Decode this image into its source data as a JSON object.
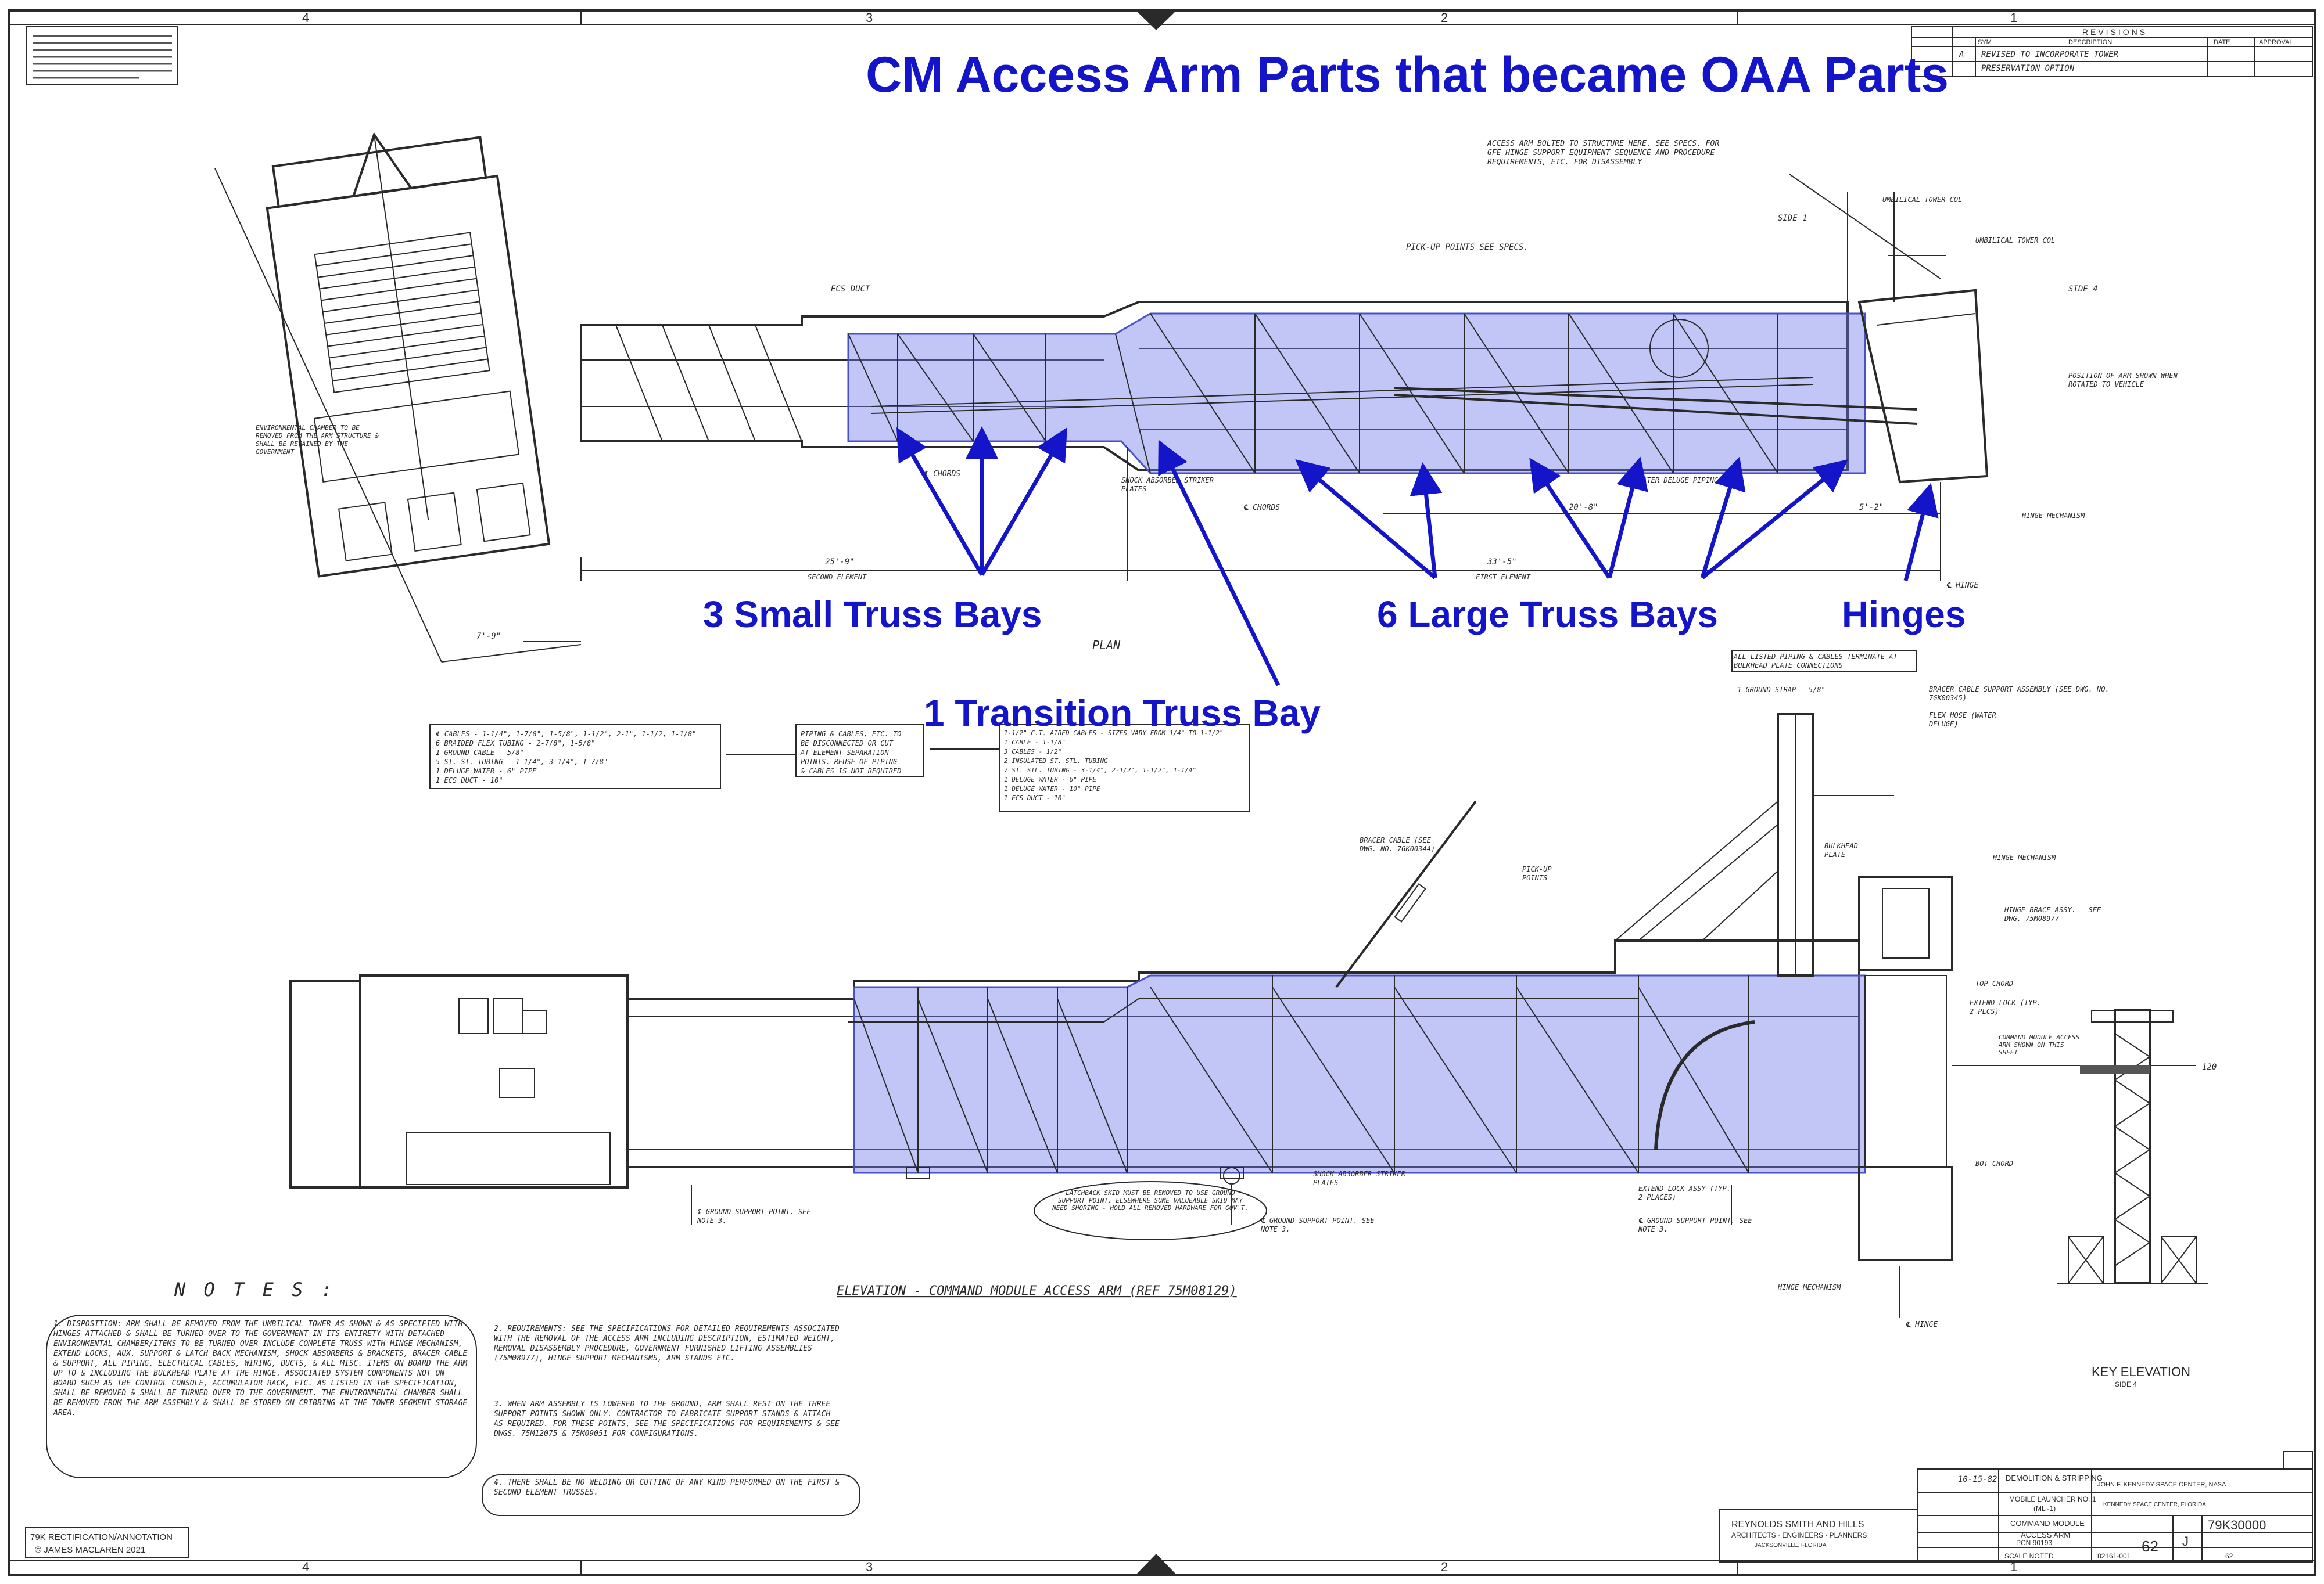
{
  "title": "CM Access Arm Parts that became OAA Parts",
  "annotations": {
    "small_bays": "3 Small Truss Bays",
    "transition_bay": "1 Transition Truss Bay",
    "large_bays": "6 Large Truss Bays",
    "hinges": "Hinges"
  },
  "colors": {
    "annotation": "#1414c8",
    "highlight": "#6e78eb"
  },
  "border": {
    "zones_top": [
      "4",
      "3",
      "2",
      "1"
    ],
    "zones_bottom": [
      "4",
      "3",
      "2",
      "1"
    ]
  },
  "revisions": {
    "heading": "REVISIONS",
    "columns": [
      "SYM",
      "DESCRIPTION",
      "DATE",
      "APPROVAL"
    ],
    "rows": [
      [
        "A",
        "REVISED TO INCORPORATE TOWER",
        "",
        ""
      ],
      [
        "",
        "PRESERVATION OPTION",
        "",
        ""
      ]
    ]
  },
  "plan_view": {
    "label": "PLAN",
    "callouts": {
      "ecs_duct": "ECS DUCT",
      "pickup_points": "PICK-UP POINTS SEE SPECS.",
      "access_arm_bolted": "ACCESS ARM BOLTED TO STRUCTURE HERE. SEE SPECS. FOR GFE HINGE SUPPORT EQUIPMENT SEQUENCE AND PROCEDURE REQUIREMENTS, ETC. FOR DISASSEMBLY",
      "side_1": "SIDE 1",
      "side_4": "SIDE 4",
      "umbilical_tower_col_1": "UMBILICAL TOWER COL",
      "umbilical_tower_col_2": "UMBILICAL TOWER COL",
      "position_of_arm": "POSITION OF ARM SHOWN WHEN ROTATED TO VEHICLE",
      "hinge_mechanism": "HINGE MECHANISM",
      "chords_1": "℄ CHORDS",
      "chords_2": "℄ CHORDS",
      "shock_absorber": "SHOCK ABSORBER STRIKER PLATES",
      "water_deluge": "WATER DELUGE PIPING",
      "env_chamber": "ENVIRONMENTAL CHAMBER TO BE REMOVED FROM THE ARM STRUCTURE & SHALL BE RETAINED BY THE GOVERNMENT",
      "hinge": "℄ HINGE",
      "dim_second": "25'-9\"",
      "second_element": "SECOND ELEMENT",
      "dim_first": "33'-5\"",
      "first_element": "FIRST ELEMENT",
      "dim_20_8": "20'-8\"",
      "dim_5_2": "5'-2\"",
      "dim_7_9": "7'-9\""
    }
  },
  "note_boxes": {
    "box1": [
      "℄ CABLES - 1-1/4\", 1-7/8\", 1-5/8\", 1-1/2\", 2-1\", 1-1/2, 1-1/8\"",
      "6 BRAIDED FLEX TUBING - 2-7/8\", 1-5/8\"",
      "1 GROUND CABLE - 5/8\"",
      "5 ST. ST. TUBING - 1-1/4\", 3-1/4\", 1-7/8\"",
      "1 DELUGE WATER - 6\" PIPE",
      "1 ECS DUCT - 10\""
    ],
    "box2": [
      "PIPING & CABLES, ETC. TO",
      "BE DISCONNECTED OR CUT",
      "AT ELEMENT SEPARATION",
      "POINTS. REUSE OF PIPING",
      "& CABLES IS NOT REQUIRED"
    ],
    "box3": [
      "1-1/2\" C.T. AIRED CABLES - SIZES VARY FROM 1/4\" TO 1-1/2\"",
      "1 CABLE - 1-1/8\"",
      "3 CABLES - 1/2\"",
      "2 INSULATED ST. STL. TUBING",
      "7 ST. STL. TUBING - 3-1/4\", 2-1/2\", 1-1/2\", 1-1/4\"",
      "1 DELUGE WATER - 6\" PIPE",
      "1 DELUGE WATER - 10\" PIPE",
      "1 ECS DUCT - 10\""
    ]
  },
  "elevation_view": {
    "title": "ELEVATION - COMMAND MODULE ACCESS ARM (REF 75M08129)",
    "callouts": {
      "all_listed": "ALL LISTED PIPING & CABLES TERMINATE AT BULKHEAD PLATE CONNECTIONS",
      "ground_strap": "1 GROUND STRAP - 5/8\"",
      "bracer_cable_support": "BRACER CABLE SUPPORT ASSEMBLY (SEE DWG. NO. 7GK00345)",
      "flex_hose": "FLEX HOSE (WATER DELUGE)",
      "bulkhead_plate": "BULKHEAD PLATE",
      "bracer_cable": "BRACER CABLE (SEE DWG. NO. 7GK00344)",
      "pickup_points": "PICK-UP POINTS",
      "hinge_mechanism_1": "HINGE MECHANISM",
      "hinge_brace": "HINGE BRACE ASSY. - SEE DWG. 75M08977",
      "top_chord": "TOP CHORD",
      "extend_lock_1": "EXTEND LOCK (TYP. 2 PLCS)",
      "cm_access_arm": "COMMAND MODULE ACCESS ARM SHOWN ON THIS SHEET",
      "key_elevation": "KEY ELEVATION",
      "key_side": "SIDE 4",
      "bot_chord": "BOT CHORD",
      "extend_lock_2": "EXTEND LOCK ASSY (TYP. 2 PLACES)",
      "ground_support_1": "℄ GROUND SUPPORT POINT. SEE NOTE 3.",
      "ground_support_2": "℄ GROUND SUPPORT POINT. SEE NOTE 3.",
      "ground_support_3": "℄ GROUND SUPPORT POINT. SEE NOTE 3.",
      "shock_absorber": "SHOCK ABSORBER STRIKER PLATES",
      "latchback": "LATCHBACK SKID MUST BE REMOVED TO USE GROUND SUPPORT POINT. ELSEWHERE SOME VALUEABLE SKID MAY NEED SHORING - HOLD ALL REMOVED HARDWARE FOR GOV'T.",
      "hinge_mechanism_2": "HINGE MECHANISM",
      "hinge": "℄ HINGE",
      "elev_120": "120"
    }
  },
  "notes": {
    "heading": "N O T E S :",
    "items": [
      "1. DISPOSITION: ARM SHALL BE REMOVED FROM THE UMBILICAL TOWER AS SHOWN & AS SPECIFIED WITH HINGES ATTACHED & SHALL BE TURNED OVER TO THE GOVERNMENT IN ITS ENTIRETY WITH DETACHED ENVIRONMENTAL CHAMBER/ITEMS TO BE TURNED OVER INCLUDE COMPLETE TRUSS WITH HINGE MECHANISM, EXTEND LOCKS, AUX. SUPPORT & LATCH BACK MECHANISM, SHOCK ABSORBERS & BRACKETS, BRACER CABLE & SUPPORT, ALL PIPING, ELECTRICAL CABLES, WIRING, DUCTS, & ALL MISC. ITEMS ON BOARD THE ARM UP TO & INCLUDING THE BULKHEAD PLATE AT THE HINGE. ASSOCIATED SYSTEM COMPONENTS NOT ON BOARD SUCH AS THE CONTROL CONSOLE, ACCUMULATOR RACK, ETC. AS LISTED IN THE SPECIFICATION, SHALL BE REMOVED & SHALL BE TURNED OVER TO THE GOVERNMENT. THE ENVIRONMENTAL CHAMBER SHALL BE REMOVED FROM THE ARM ASSEMBLY & SHALL BE STORED ON CRIBBING AT THE TOWER SEGMENT STORAGE AREA.",
      "2. REQUIREMENTS: SEE THE SPECIFICATIONS FOR DETAILED REQUIREMENTS ASSOCIATED WITH THE REMOVAL OF THE ACCESS ARM INCLUDING DESCRIPTION, ESTIMATED WEIGHT, REMOVAL DISASSEMBLY PROCEDURE, GOVERNMENT FURNISHED LIFTING ASSEMBLIES (75M08977), HINGE SUPPORT MECHANISMS, ARM STANDS ETC.",
      "3. WHEN ARM ASSEMBLY IS LOWERED TO THE GROUND, ARM SHALL REST ON THE THREE SUPPORT POINTS SHOWN ONLY. CONTRACTOR TO FABRICATE SUPPORT STANDS & ATTACH AS REQUIRED. FOR THESE POINTS, SEE THE SPECIFICATIONS FOR REQUIREMENTS & SEE DWGS. 75M12075 & 75M09051 FOR CONFIGURATIONS.",
      "4. THERE SHALL BE NO WELDING OR CUTTING OF ANY KIND PERFORMED ON THE FIRST & SECOND ELEMENT TRUSSES."
    ]
  },
  "title_block": {
    "firm": "REYNOLDS SMITH AND HILLS",
    "firm_sub": "ARCHITECTS · ENGINEERS · PLANNERS",
    "firm_loc": "JACKSONVILLE, FLORIDA",
    "original_date": "10-15-82",
    "title1": "DEMOLITION & STRIPPING",
    "title2": "MOBILE LAUNCHER NO. 1",
    "title3": "(ML -1)",
    "title4": "COMMAND MODULE",
    "title5": "ACCESS ARM",
    "agency": "JOHN F. KENNEDY SPACE CENTER, NASA",
    "agency_loc": "KENNEDY SPACE CENTER, FLORIDA",
    "pcn": "PCN 90193",
    "scale": "SCALE NOTED",
    "drawing_no": "79K30000",
    "size": "J",
    "sheet": "62",
    "sheet_of": "62",
    "code": "82161-001"
  },
  "stamp": {
    "line1": "79K RECTIFICATION/ANNOTATION",
    "line2": "© JAMES MACLAREN 2021"
  }
}
